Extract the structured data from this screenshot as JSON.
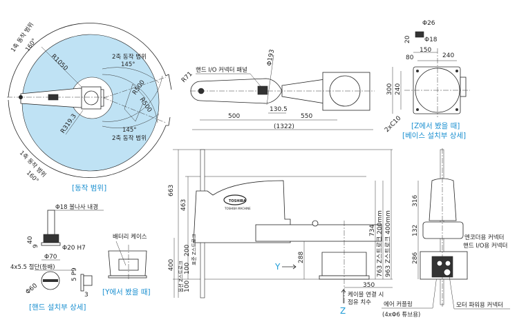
{
  "colors": {
    "range_fill": "#bfe2f4",
    "caption": "#1a8fd0",
    "line": "#222222"
  },
  "top_view": {
    "caption": "[동작 범위]",
    "axis1_range_top": "1축 동작 범위",
    "axis1_angle_top": "160°",
    "axis1_range_bottom": "1축 동작 범위",
    "axis1_angle_bottom": "160°",
    "axis2_range_top": "2축 동작 범위",
    "axis2_angle_top": "145°",
    "axis2_range_bottom": "2축 동작 범위",
    "axis2_angle_bottom": "145°",
    "r_outer": "R1050",
    "r_inner": "R319.3",
    "r500a": "R500",
    "r500b": "R500"
  },
  "arm_view": {
    "hand_io_panel": "핸드 I/O 커넥터 패널",
    "phi193": "Φ193",
    "r71": "R71",
    "d130_5": "130.5",
    "d500": "500",
    "d550": "550",
    "d1322": "(1322)"
  },
  "base_view": {
    "phi26": "Φ26",
    "phi18": "Φ18",
    "d20": "20",
    "d150": "150",
    "d80": "80",
    "d240_h": "240",
    "d300": "300",
    "d240_v": "240",
    "c10": "2xC10",
    "caption1": "[Z에서 봤을 때]",
    "caption2": "[베이스 설치부 상세]"
  },
  "side_view": {
    "d663": "663",
    "d463": "463",
    "d400": "400",
    "d200": "200",
    "d100a": "100",
    "d100b": "100",
    "std_stroke": "표준 Z스트로크",
    "opt_stroke": "옵션 Z스트로크",
    "d288": "288",
    "d734": "734",
    "stroke200": "763  Z스트로크 200mm",
    "stroke400": "963  Z스트로크 400mm",
    "d350": "350",
    "y_label": "Y",
    "z_label": "Z",
    "cable1": "케이블 연결 시",
    "cable2": "점유 치수",
    "air1": "에어 커플링",
    "air2": "(4xΦ6 튜브용)",
    "logo": "TOSHIBA",
    "logo_sub": "TOSHIBA MACHINE"
  },
  "front_view": {
    "d316": "316",
    "d132": "132",
    "d286": "286",
    "encoder": "엔코더용 커넥터",
    "hand_io": "핸드 I/O용 커넥터",
    "motor": "모터 파워용 커넥터"
  },
  "hand_detail": {
    "ballscrew": "Φ18 볼나사 내경",
    "d40": "40",
    "d9": "9",
    "phi20": "Φ20 H7",
    "phi70": "Φ70",
    "cut": "4x5.5 절단(등배)",
    "phi60": "Φ60",
    "p9": "5 P9",
    "d3": "3",
    "caption": "[핸드 설치부 상세]"
  },
  "battery_view": {
    "battery": "배터리 케이스",
    "caption": "[Y에서 봤을 때]"
  }
}
